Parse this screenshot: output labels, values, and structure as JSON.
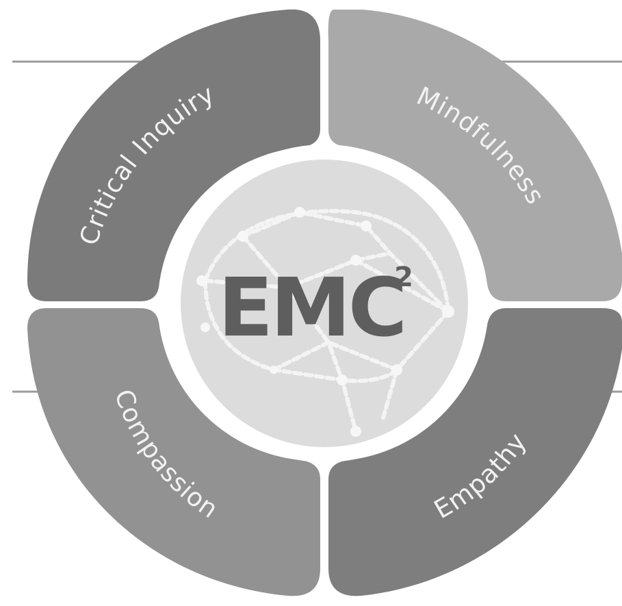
{
  "diagram": {
    "center": {
      "text": "EMC",
      "superscript": "2"
    },
    "segments": [
      {
        "id": "critical-inquiry",
        "label": "Critical Inquiry",
        "color": "#7b7b7b"
      },
      {
        "id": "mindfulness",
        "label": "Mindfulness",
        "color": "#a9a9a9"
      },
      {
        "id": "compassion",
        "label": "Compassion",
        "color": "#929292"
      },
      {
        "id": "empathy",
        "label": "Empathy",
        "color": "#7e7e7e"
      }
    ],
    "colors": {
      "line": "#9a9a9a",
      "center_disc": "#dcdcdc",
      "center_text": "#5e5e5e",
      "network": "#f7f7f7"
    }
  }
}
